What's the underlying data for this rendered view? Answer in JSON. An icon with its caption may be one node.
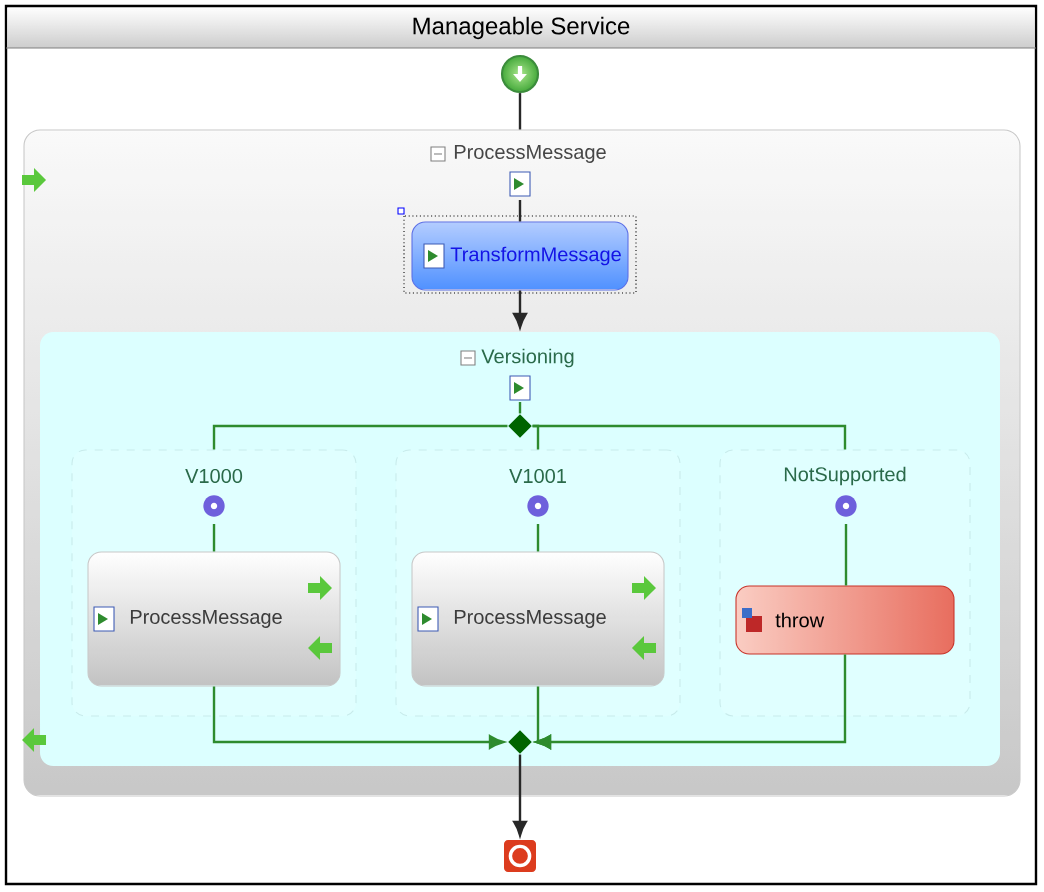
{
  "diagram": {
    "nodes": [
      {
        "text": [
          "Manageable Service"
        ]
      },
      {
        "text": [],
        "shape": "circle",
        "in": 0
      },
      {
        "text": [
          "ProcessMessage"
        ],
        "in": 0
      },
      {
        "text": [
          "TransformMessage"
        ],
        "in": 2
      },
      {
        "text": [
          "Versioning"
        ],
        "in": 2
      },
      {
        "text": [],
        "shape": "diamond",
        "in": 4
      },
      {
        "text": [
          "V1000"
        ],
        "in": 4
      },
      {
        "text": [
          "ProcessMessage"
        ],
        "in": 6
      },
      {
        "text": [
          "V1001"
        ],
        "in": 4
      },
      {
        "text": [
          "ProcessMessage"
        ],
        "in": 8
      },
      {
        "text": [
          "NotSupported"
        ],
        "in": 4
      },
      {
        "text": [
          "throw"
        ],
        "in": 10
      },
      {
        "text": [],
        "shape": "diamond",
        "in": 4
      },
      {
        "text": [],
        "shape": "box",
        "in": 0
      }
    ],
    "edges": [
      {
        "from": 1,
        "to": 2,
        "arrow": "none",
        "color": "#282828"
      },
      {
        "from": null,
        "to": 3,
        "arrow": "none",
        "color": "#282828"
      },
      {
        "from": 3,
        "to": 4,
        "arrow": "to",
        "color": "#282828"
      },
      {
        "from": null,
        "to": 5,
        "arrow": "none",
        "color": "#2e8b2e"
      },
      {
        "from": 5,
        "to": 6,
        "arrow": "none",
        "color": "#2e8b2e"
      },
      {
        "from": 5,
        "to": 8,
        "arrow": "none",
        "color": "#2e8b2e"
      },
      {
        "from": 5,
        "to": 10,
        "arrow": "none",
        "color": "#2e8b2e"
      },
      {
        "from": null,
        "to": 7,
        "arrow": "none",
        "color": "#2e8b2e"
      },
      {
        "from": null,
        "to": 9,
        "arrow": "none",
        "color": "#2e8b2e"
      },
      {
        "from": null,
        "to": 11,
        "arrow": "none",
        "color": "#2e8b2e"
      },
      {
        "from": 7,
        "to": 12,
        "arrow": "to",
        "color": "#2e8b2e"
      },
      {
        "from": 9,
        "to": 12,
        "arrow": "to",
        "color": "#2e8b2e"
      },
      {
        "from": 11,
        "to": 12,
        "arrow": "to",
        "color": "#2e8b2e"
      },
      {
        "from": 12,
        "to": 13,
        "arrow": "to",
        "color": "#282828"
      }
    ]
  }
}
